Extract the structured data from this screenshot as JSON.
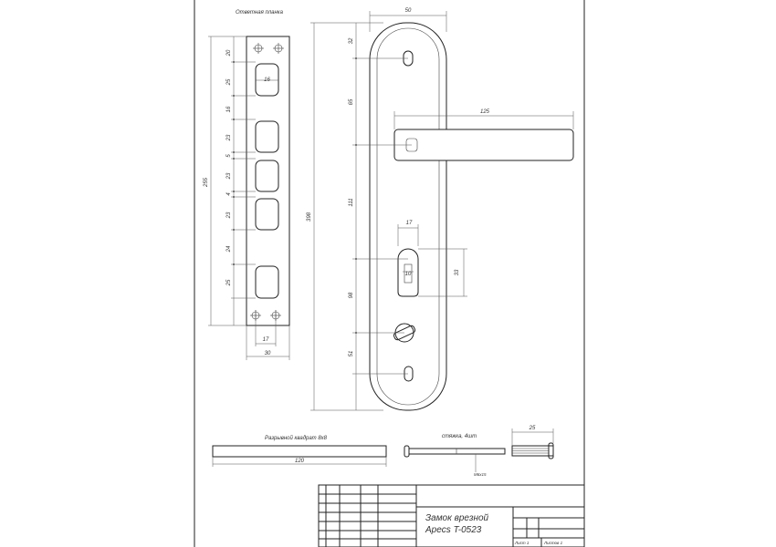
{
  "labels": {
    "strike_plate_title": "Ответная планка",
    "bar_title": "Разрывной квадрат 8х8",
    "screws_title": "стяжка, 4шт",
    "screw_thread": "M6х15"
  },
  "title_block": {
    "line1": "Замок врезной",
    "line2": "Apecs T-0523",
    "sheet": "Лист 1",
    "sheets": "Листов 1"
  },
  "dimensions": {
    "plate_segments": [
      "20",
      "25",
      "16",
      "23",
      "5",
      "23",
      "4",
      "23",
      "24",
      "25"
    ],
    "plate_height": "255",
    "plate_slot_width": "16",
    "plate_inner_width": "17",
    "plate_width": "30",
    "handle_width": "50",
    "handle_height": "398",
    "handle_segments": [
      "32",
      "65",
      "111",
      "98",
      "51"
    ],
    "lever_length": "125",
    "cyl_width": "17",
    "cyl_inner": "10",
    "cyl_height": "33",
    "bar_length": "120",
    "screw_length": "25"
  }
}
